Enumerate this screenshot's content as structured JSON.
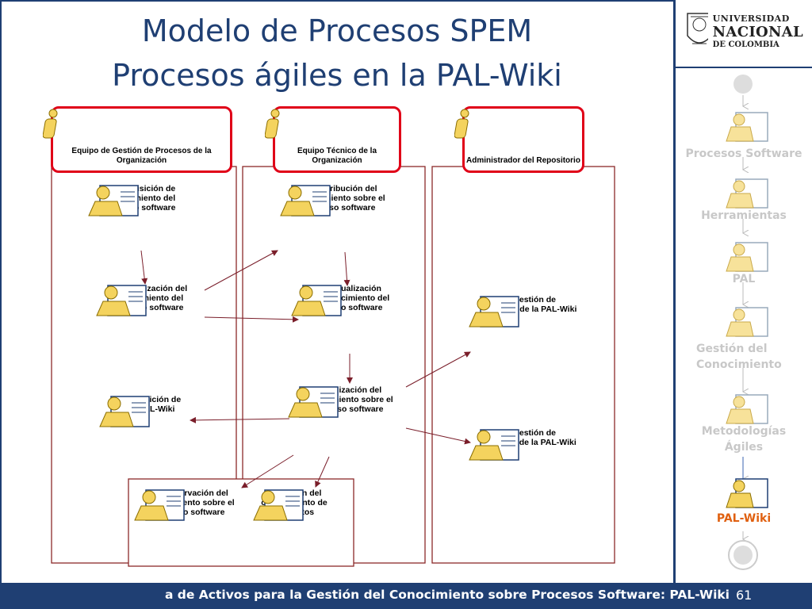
{
  "slide": {
    "title_line1": "Modelo de Procesos SPEM",
    "title_line2": "Procesos ágiles en la PAL-Wiki",
    "page_number": "61",
    "footer_text": "a de Activos para la Gestión del Conocimiento sobre Procesos Software: PAL-Wiki"
  },
  "logo": {
    "line1": "UNIVERSIDAD",
    "line2": "NACIONAL",
    "line3": "DE COLOMBIA"
  },
  "diagram": {
    "roles": [
      "Equipo de Gestión de Procesos de la Organización",
      "Equipo Técnico de la Organización",
      "Administrador del Repositorio"
    ],
    "tasks": [
      "1. Adquisición de\nconocimiento del\nproceso software",
      "2. Organización del\nconocimiento del\nproceso software",
      "8. Medición de\nla PAL-Wiki",
      "3. Distribución del\nconocimiento sobre el\nproceso software",
      "10. Visualización\ndel conocimiento del\nproceso software",
      "4. Utilización del\nconocimiento sobre el\nproceso software",
      "6. Gestión de\nusuarios de la PAL-Wiki",
      "7. Gestión de\ncambios de la PAL-Wiki",
      "5. Preservación del\nconocimiento sobre el\nproceso software",
      "9. Gestión del\nconocimiento de\nproyectos"
    ],
    "accent_color": "#e00018",
    "lane_color": "#8b2a2a",
    "arrow_color": "#7a1e2a"
  },
  "nav": {
    "items": [
      {
        "label": "Procesos Software",
        "active": false
      },
      {
        "label": "Herramientas",
        "active": false
      },
      {
        "label": "PAL",
        "active": false
      },
      {
        "label": "Gestión del\nConocimiento",
        "active": false
      },
      {
        "label": "Metodologías\nÁgiles",
        "active": false
      },
      {
        "label": "PAL-Wiki",
        "active": true
      }
    ],
    "active_color": "#e06010",
    "inactive_color": "#c8c8c8"
  }
}
